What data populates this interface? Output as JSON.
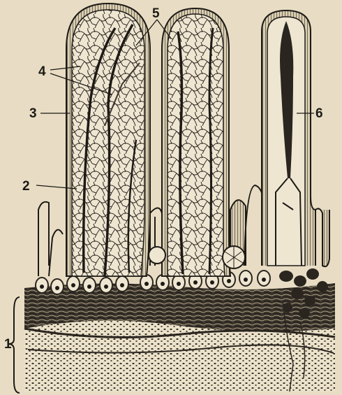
{
  "labels": {
    "l1": "1",
    "l2": "2",
    "l3": "3",
    "l4": "4",
    "l5": "5",
    "l6": "6"
  },
  "colors": {
    "paper": "#e8ddc4",
    "ink": "#1d1a16",
    "mid": "#3a342c"
  }
}
